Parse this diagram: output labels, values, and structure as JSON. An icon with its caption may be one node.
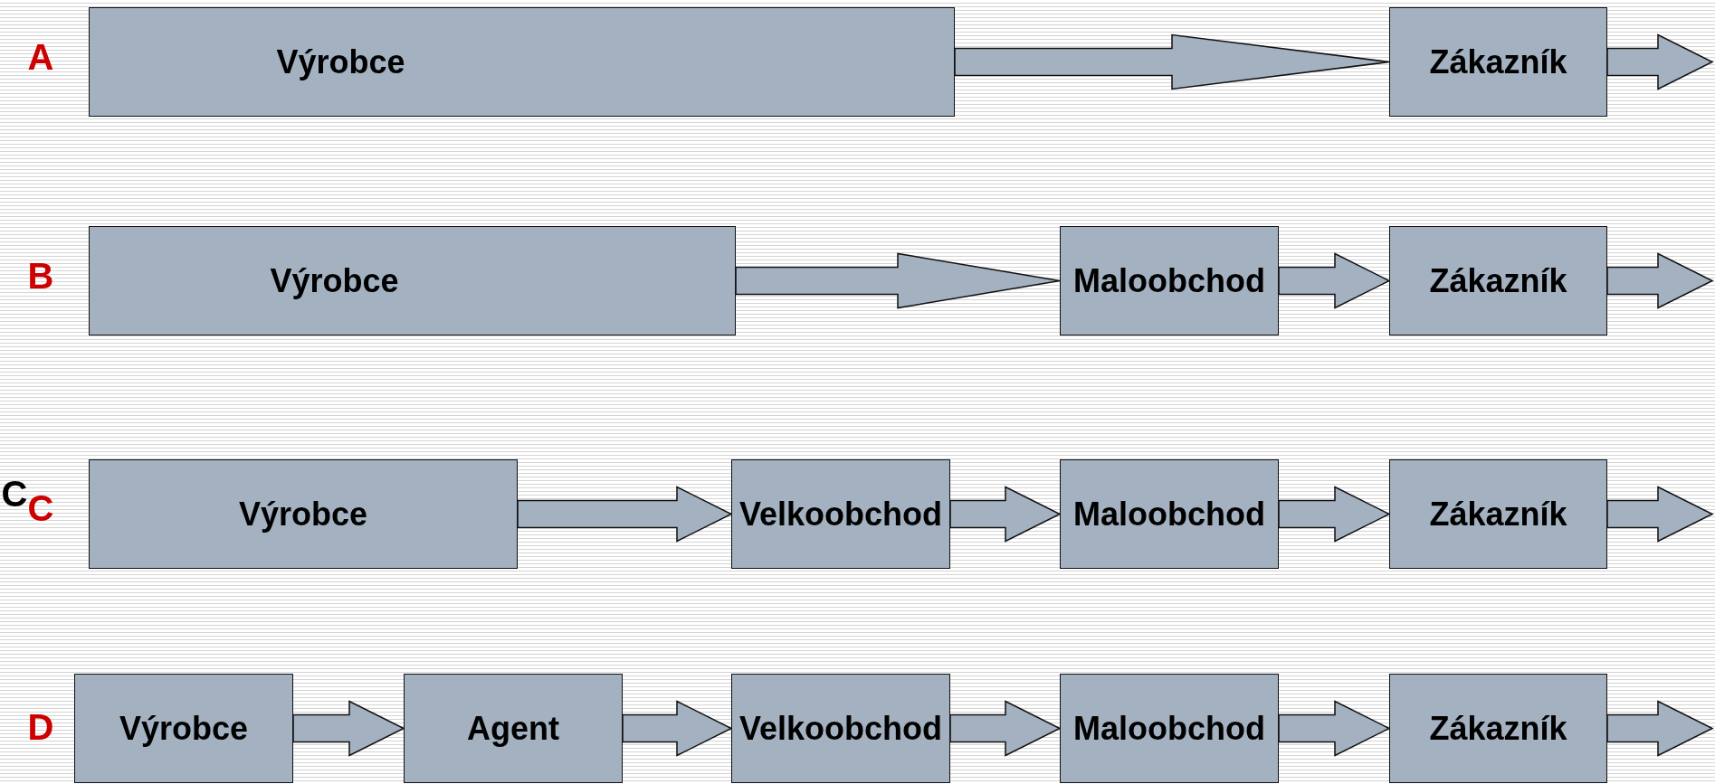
{
  "diagram": {
    "nodes": [
      {
        "text": [
          "Výrobce"
        ]
      },
      {
        "text": [
          "Zákazník"
        ]
      },
      {
        "text": [
          "Výrobce"
        ]
      },
      {
        "text": [
          "Maloobchod"
        ]
      },
      {
        "text": [
          "Zákazník"
        ]
      },
      {
        "text": [
          "Výrobce"
        ]
      },
      {
        "text": [
          "Velkoobchod"
        ]
      },
      {
        "text": [
          "Maloobchod"
        ]
      },
      {
        "text": [
          "Zákazník"
        ]
      },
      {
        "text": [
          "Výrobce"
        ]
      },
      {
        "text": [
          "Agent"
        ]
      },
      {
        "text": [
          "Velkoobchod"
        ]
      },
      {
        "text": [
          "Maloobchod"
        ]
      },
      {
        "text": [
          "Zákazník"
        ]
      }
    ],
    "edges": [
      {
        "from": 0,
        "to": 1,
        "arrow": "to"
      },
      {
        "from": 1,
        "to": null,
        "arrow": "to"
      },
      {
        "from": 2,
        "to": 3,
        "arrow": "to"
      },
      {
        "from": 3,
        "to": 4,
        "arrow": "to"
      },
      {
        "from": 4,
        "to": null,
        "arrow": "to"
      },
      {
        "from": 5,
        "to": 6,
        "arrow": "to"
      },
      {
        "from": 6,
        "to": 7,
        "arrow": "to"
      },
      {
        "from": 7,
        "to": 8,
        "arrow": "to"
      },
      {
        "from": 8,
        "to": null,
        "arrow": "to"
      },
      {
        "from": 9,
        "to": 10,
        "arrow": "to"
      },
      {
        "from": 10,
        "to": 11,
        "arrow": "to"
      },
      {
        "from": 11,
        "to": 12,
        "arrow": "to"
      },
      {
        "from": 12,
        "to": 13,
        "arrow": "to"
      },
      {
        "from": 13,
        "to": null,
        "arrow": "to"
      }
    ],
    "labels": [
      "A",
      "B",
      "C",
      "C",
      "D"
    ]
  }
}
